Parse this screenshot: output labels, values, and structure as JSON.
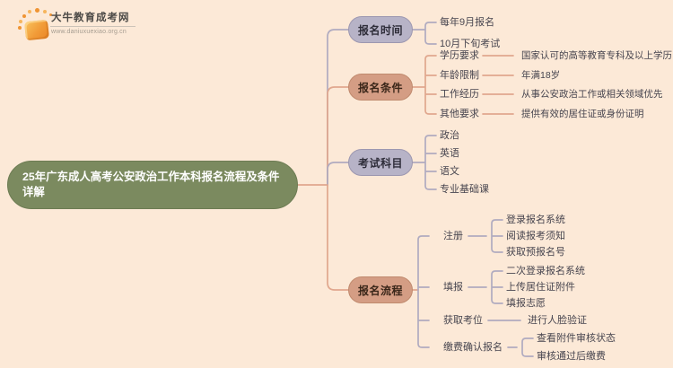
{
  "site": {
    "logo_title": "大牛教育成考网",
    "logo_url": "www.daniuxuexiao.org.cn",
    "logo_icon": "orange-book-sunburst-icon"
  },
  "mindmap": {
    "root_label": "25年广东成人高考公安政治工作本科报名流程及条件详解",
    "branches": [
      {
        "label": "报名时间",
        "children": [
          {
            "label": "每年9月报名"
          },
          {
            "label": "10月下旬考试"
          }
        ]
      },
      {
        "label": "报名条件",
        "children": [
          {
            "label": "学历要求",
            "value": "国家认可的高等教育专科及以上学历"
          },
          {
            "label": "年龄限制",
            "value": "年满18岁"
          },
          {
            "label": "工作经历",
            "value": "从事公安政治工作或相关领域优先"
          },
          {
            "label": "其他要求",
            "value": "提供有效的居住证或身份证明"
          }
        ]
      },
      {
        "label": "考试科目",
        "children": [
          {
            "label": "政治"
          },
          {
            "label": "英语"
          },
          {
            "label": "语文"
          },
          {
            "label": "专业基础课"
          }
        ]
      },
      {
        "label": "报名流程",
        "children": [
          {
            "label": "注册",
            "items": [
              "登录报名系统",
              "阅读报考须知",
              "获取预报名号"
            ]
          },
          {
            "label": "填报",
            "items": [
              "二次登录报名系统",
              "上传居住证附件",
              "填报志愿"
            ]
          },
          {
            "label": "获取考位",
            "items": [
              "进行人脸验证"
            ]
          },
          {
            "label": "缴费确认报名",
            "items": [
              "查看附件审核状态",
              "审核通过后缴费"
            ]
          }
        ]
      }
    ]
  },
  "colors": {
    "background": "#fce9d7",
    "root_node_fill": "#7b8a5f",
    "lavender_node_fill": "#b7b3c7",
    "salmon_node_fill": "#d49d84",
    "lavender_line": "#b0abc0",
    "salmon_line": "#e0a78e",
    "logo_orange": "#f0952f"
  }
}
